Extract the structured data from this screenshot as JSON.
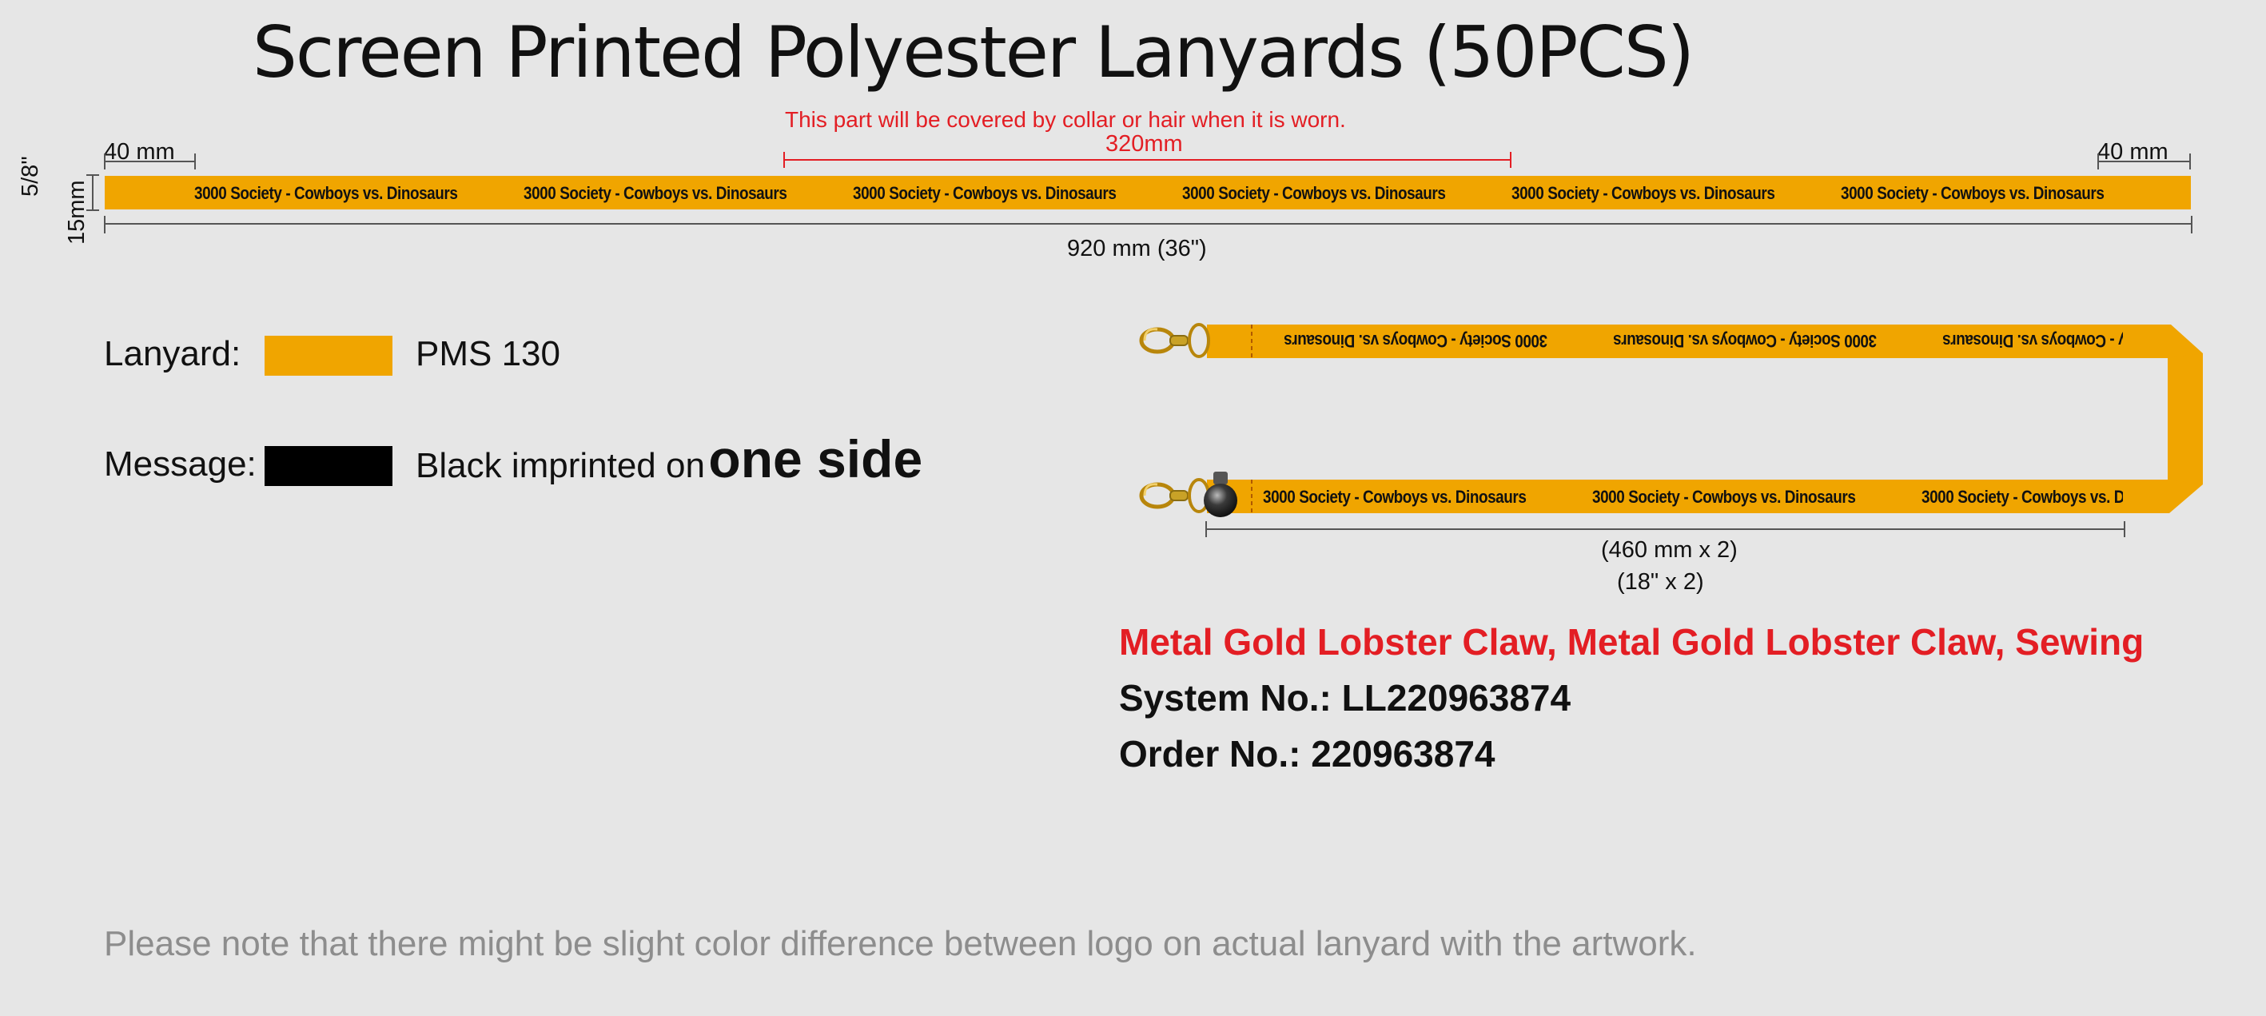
{
  "title": "Screen Printed Polyester Lanyards (50PCS)",
  "colors": {
    "lanyard": "#f0a500",
    "message": "#000000",
    "accent_red": "#e31e24",
    "background": "#e6e6e6"
  },
  "flat_view": {
    "collar_note": "This part will be covered by collar or hair when it is worn.",
    "collar_length": "320mm",
    "left_end_length": "40 mm",
    "right_end_length": "40 mm",
    "width_in": "5/8\"",
    "width_mm": "15mm",
    "total_length": "920 mm (36\")",
    "imprint_text": "3000 Society - Cowboys vs. Dinosaurs",
    "imprint_repeats": 6
  },
  "legend": {
    "lanyard_label": "Lanyard:",
    "lanyard_color": "PMS 130",
    "message_label": "Message:",
    "message_text": "Black imprinted on",
    "message_emphasis": "one side"
  },
  "folded_view": {
    "imprint_text": "3000 Society - Cowboys vs. Dinosaurs",
    "length_mm": "(460 mm x 2)",
    "length_in": "(18\" x 2)",
    "attachment_icons": [
      "lobster-claw-hook",
      "lobster-claw-hook",
      "bead-stopper"
    ]
  },
  "specs": {
    "attachments": "Metal Gold Lobster Claw, Metal Gold Lobster Claw, Sewing",
    "system_no": "System No.: LL220963874",
    "order_no": "Order No.: 220963874"
  },
  "note": "Please note that there might be slight color difference between logo on actual lanyard with the artwork."
}
